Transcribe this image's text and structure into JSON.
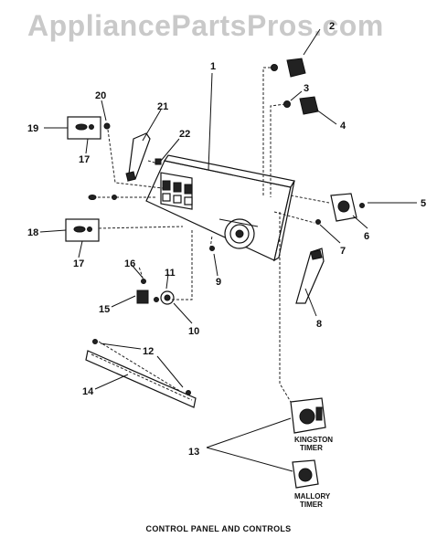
{
  "watermark": "AppliancePartsPros.com",
  "title": "CONTROL PANEL AND CONTROLS",
  "callouts": [
    "1",
    "2",
    "3",
    "4",
    "5",
    "6",
    "7",
    "8",
    "9",
    "10",
    "11",
    "12",
    "13",
    "14",
    "15",
    "16",
    "17",
    "17",
    "18",
    "19",
    "20",
    "21",
    "22"
  ],
  "timer_labels": {
    "kingston_line1": "KINGSTON",
    "kingston_line2": "TIMER",
    "mallory_line1": "MALLORY",
    "mallory_line2": "TIMER"
  },
  "colors": {
    "ink": "#111111",
    "watermark": "#c9c9c9",
    "background": "#ffffff"
  }
}
